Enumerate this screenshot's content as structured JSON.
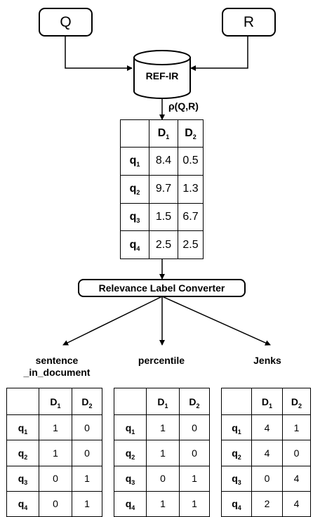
{
  "inputs": {
    "q_label": "Q",
    "r_label": "R"
  },
  "system": {
    "label": "REF-IR"
  },
  "output_label": "ρ(Q,R)",
  "score_table": {
    "columns": [
      {
        "base": "D",
        "sub": "1"
      },
      {
        "base": "D",
        "sub": "2"
      }
    ],
    "rows": [
      {
        "base": "q",
        "sub": "1",
        "values": [
          "8.4",
          "0.5"
        ]
      },
      {
        "base": "q",
        "sub": "2",
        "values": [
          "9.7",
          "1.3"
        ]
      },
      {
        "base": "q",
        "sub": "3",
        "values": [
          "1.5",
          "6.7"
        ]
      },
      {
        "base": "q",
        "sub": "4",
        "values": [
          "2.5",
          "2.5"
        ]
      }
    ]
  },
  "converter": {
    "label": "Relevance Label Converter"
  },
  "methods": [
    {
      "name_line1": "sentence",
      "name_line2": "_in_document",
      "rows": [
        {
          "base": "q",
          "sub": "1",
          "values": [
            "1",
            "0"
          ]
        },
        {
          "base": "q",
          "sub": "2",
          "values": [
            "1",
            "0"
          ]
        },
        {
          "base": "q",
          "sub": "3",
          "values": [
            "0",
            "1"
          ]
        },
        {
          "base": "q",
          "sub": "4",
          "values": [
            "0",
            "1"
          ]
        }
      ]
    },
    {
      "name_line1": "percentile",
      "name_line2": "",
      "rows": [
        {
          "base": "q",
          "sub": "1",
          "values": [
            "1",
            "0"
          ]
        },
        {
          "base": "q",
          "sub": "2",
          "values": [
            "1",
            "0"
          ]
        },
        {
          "base": "q",
          "sub": "3",
          "values": [
            "0",
            "1"
          ]
        },
        {
          "base": "q",
          "sub": "4",
          "values": [
            "1",
            "1"
          ]
        }
      ]
    },
    {
      "name_line1": "Jenks",
      "name_line2": "",
      "rows": [
        {
          "base": "q",
          "sub": "1",
          "values": [
            "4",
            "1"
          ]
        },
        {
          "base": "q",
          "sub": "2",
          "values": [
            "4",
            "0"
          ]
        },
        {
          "base": "q",
          "sub": "3",
          "values": [
            "0",
            "4"
          ]
        },
        {
          "base": "q",
          "sub": "4",
          "values": [
            "2",
            "4"
          ]
        }
      ]
    }
  ]
}
